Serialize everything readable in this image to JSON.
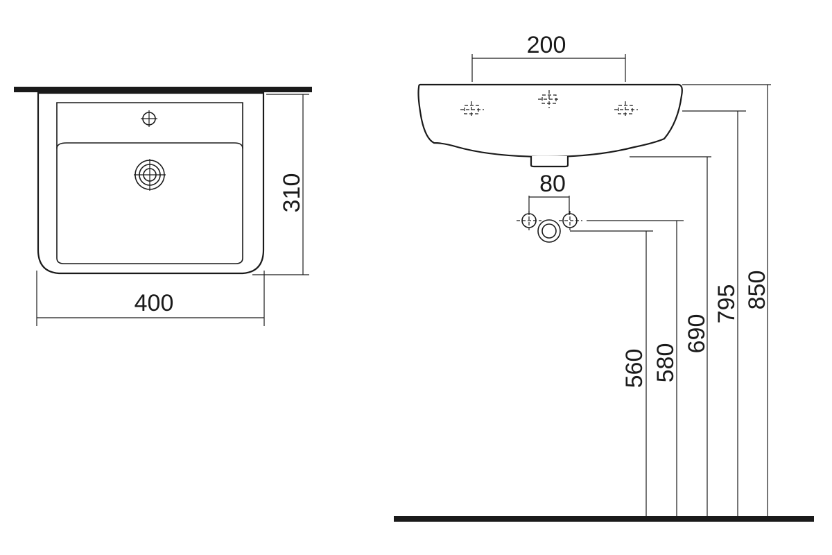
{
  "top_view": {
    "width_label": "400",
    "depth_label": "310"
  },
  "side_view": {
    "tap_spacing_label": "200",
    "supply_spacing_label": "80",
    "height_labels": {
      "h560": "560",
      "h580": "580",
      "h690": "690",
      "h795": "795",
      "h850": "850"
    }
  }
}
